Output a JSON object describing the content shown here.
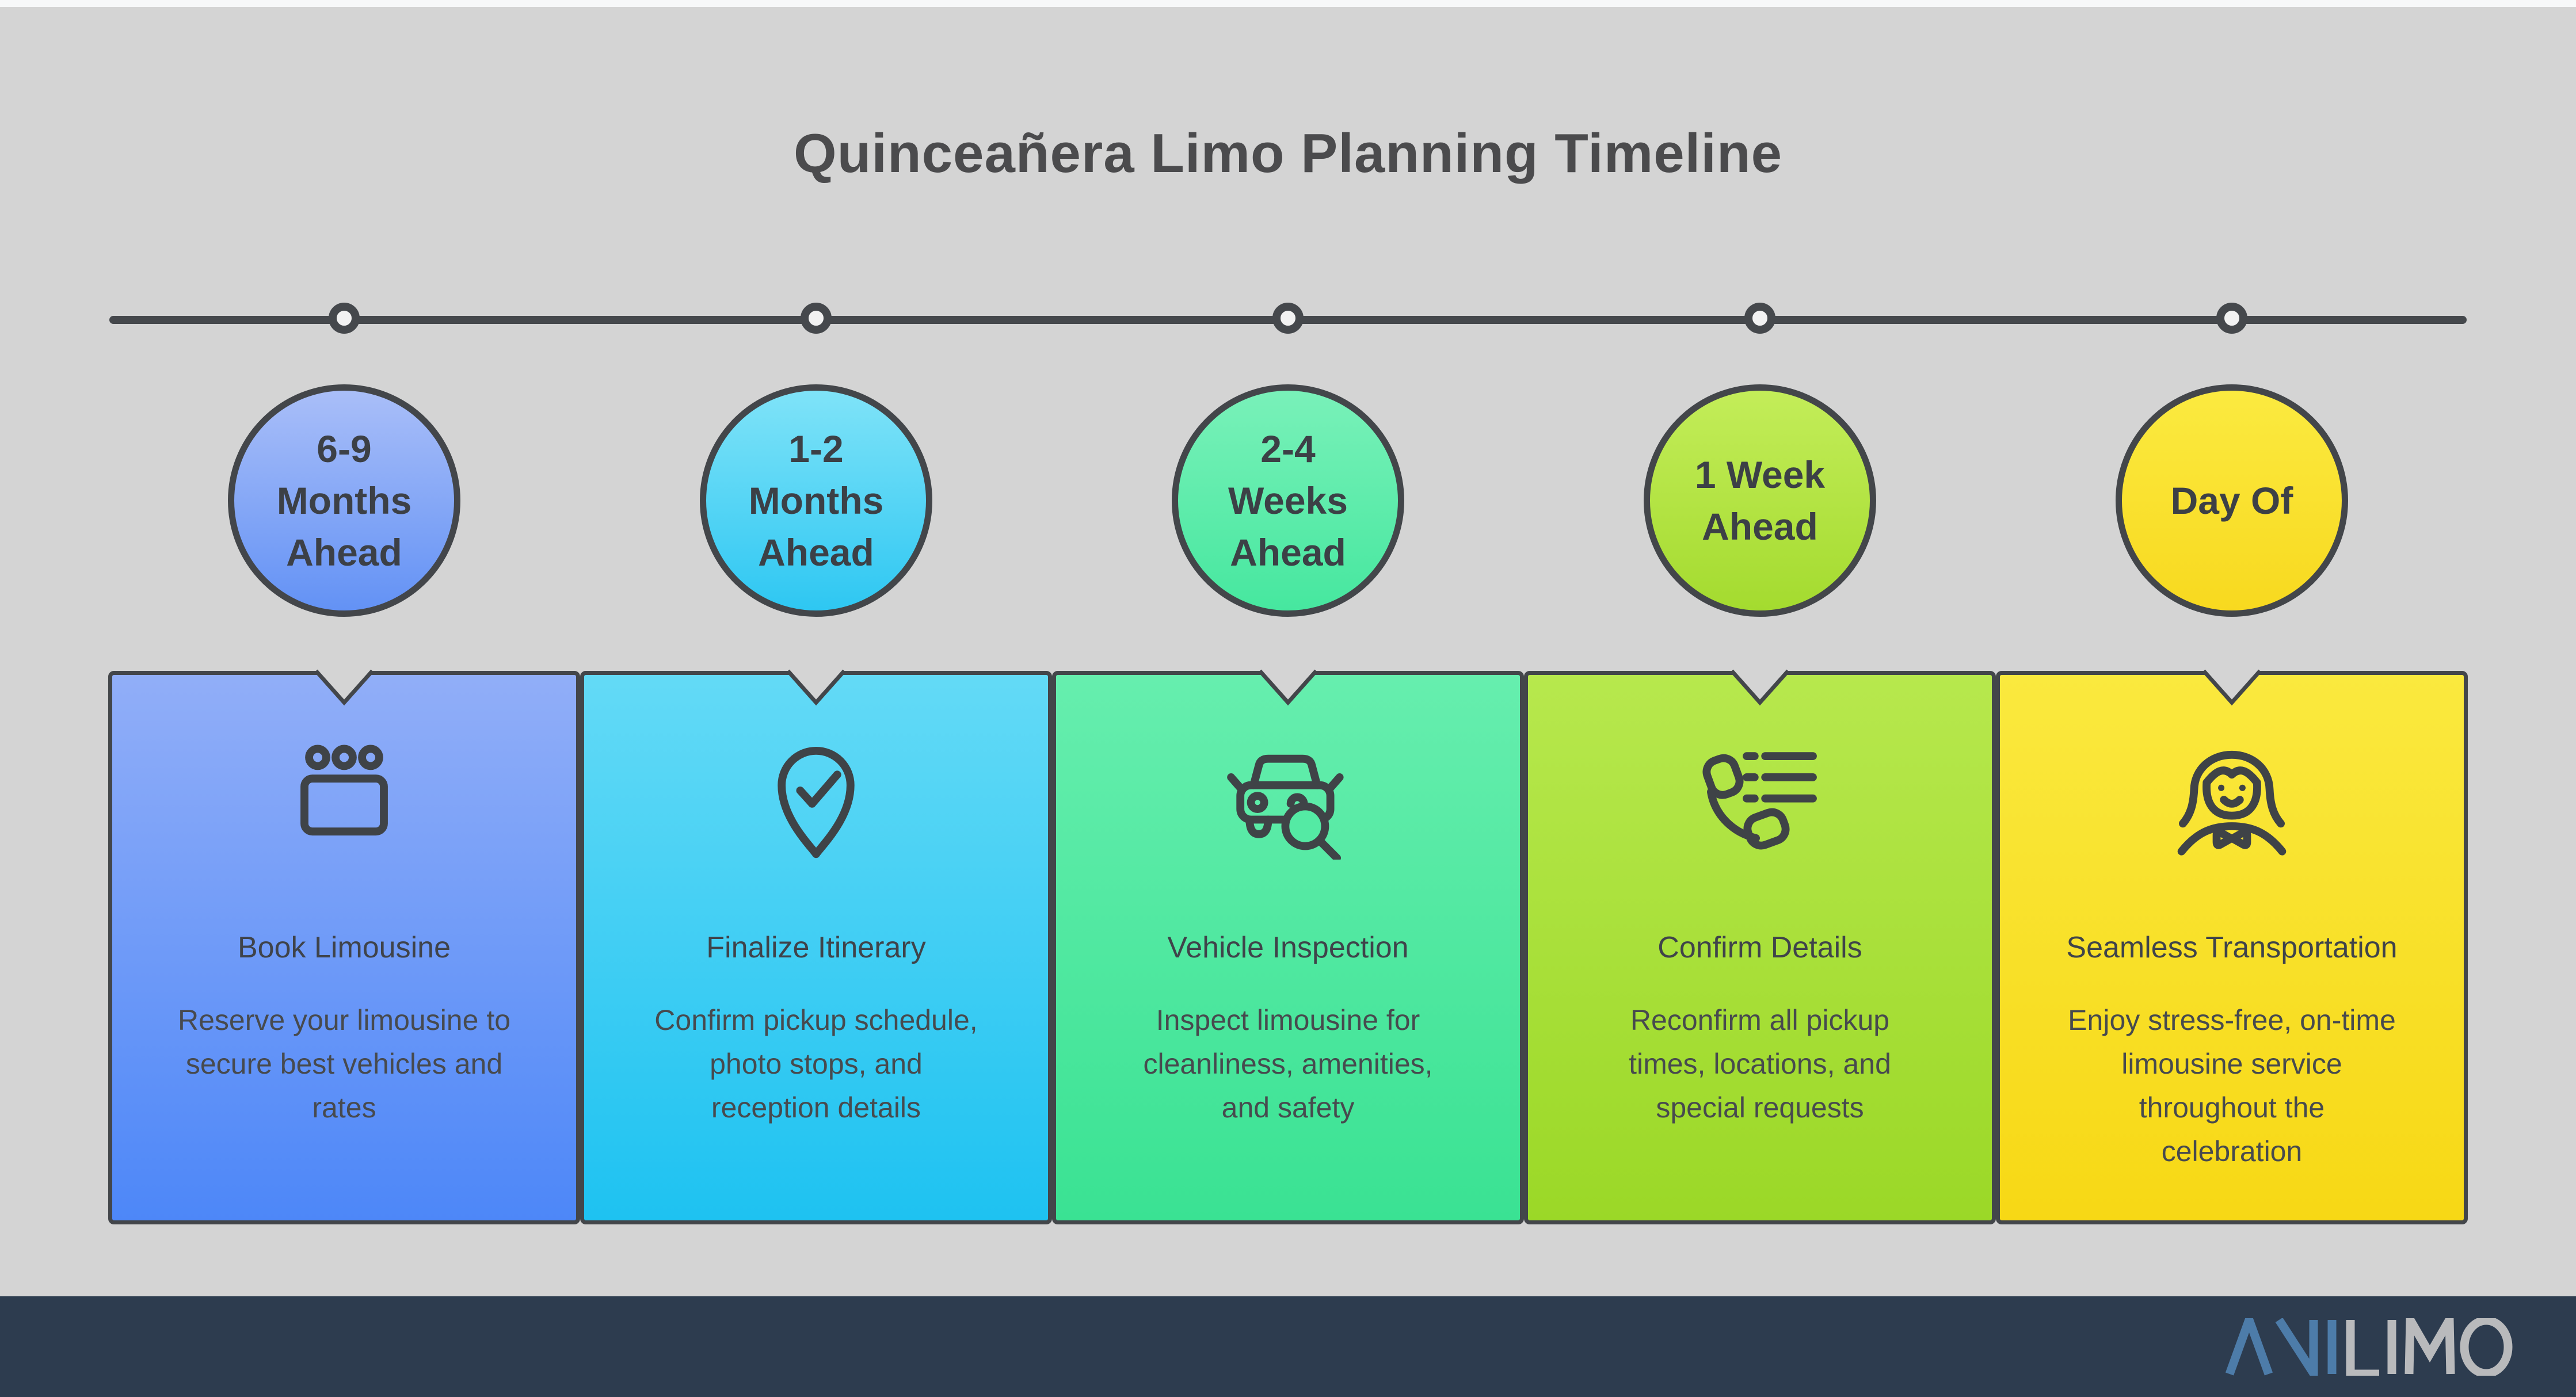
{
  "page": {
    "title": "Quinceañera Limo Planning Timeline",
    "background_color": "#d4d4d4",
    "top_strip_color": "#f7f8f9",
    "title_color": "#4b4b4d"
  },
  "timeline": {
    "line_color": "#45484c",
    "dot_fill": "#f2f2f2",
    "outline_color": "#43464a",
    "stages": [
      {
        "label": "6-9\nMonths\nAhead",
        "card_title": "Book Limousine",
        "card_description": "Reserve your limousine to\nsecure best vehicles and\nrates",
        "icon": "booking-marquee-icon",
        "circle_gradient": [
          "#a9bef8",
          "#6392f5"
        ],
        "card_gradient": [
          "#91aef8",
          "#4d87f8"
        ]
      },
      {
        "label": "1-2\nMonths\nAhead",
        "card_title": "Finalize Itinerary",
        "card_description": "Confirm pickup schedule,\nphoto stops, and\nreception details",
        "icon": "pin-check-icon",
        "circle_gradient": [
          "#7fe3f8",
          "#2ec7f2"
        ],
        "card_gradient": [
          "#63daf6",
          "#1ec2f1"
        ]
      },
      {
        "label": "2-4\nWeeks\nAhead",
        "card_title": "Vehicle Inspection",
        "card_description": "Inspect limousine for\ncleanliness, amenities,\nand safety",
        "icon": "car-search-icon",
        "circle_gradient": [
          "#79f1b9",
          "#46e79f"
        ],
        "card_gradient": [
          "#66eeae",
          "#3ae293"
        ]
      },
      {
        "label": "1 Week\nAhead",
        "card_title": "Confirm Details",
        "card_description": "Reconfirm all pickup\ntimes, locations, and\nspecial requests",
        "icon": "phone-checklist-icon",
        "circle_gradient": [
          "#c3ed59",
          "#a4db2f"
        ],
        "card_gradient": [
          "#b7e84d",
          "#9bd827"
        ]
      },
      {
        "label": "Day Of",
        "card_title": "Seamless Transportation",
        "card_description": "Enjoy stress-free, on-time\nlimousine service\nthroughout the\ncelebration",
        "icon": "quinceanera-girl-icon",
        "circle_gradient": [
          "#fbea40",
          "#f8d91f"
        ],
        "card_gradient": [
          "#fae93e",
          "#f7d815"
        ]
      }
    ]
  },
  "footer": {
    "background": "#2d3c4f",
    "logo_text_blue": "ANI",
    "logo_text_gray": "LIMO",
    "logo_blue_color": "#4d7ca9",
    "logo_gray_color": "#b9babc"
  }
}
